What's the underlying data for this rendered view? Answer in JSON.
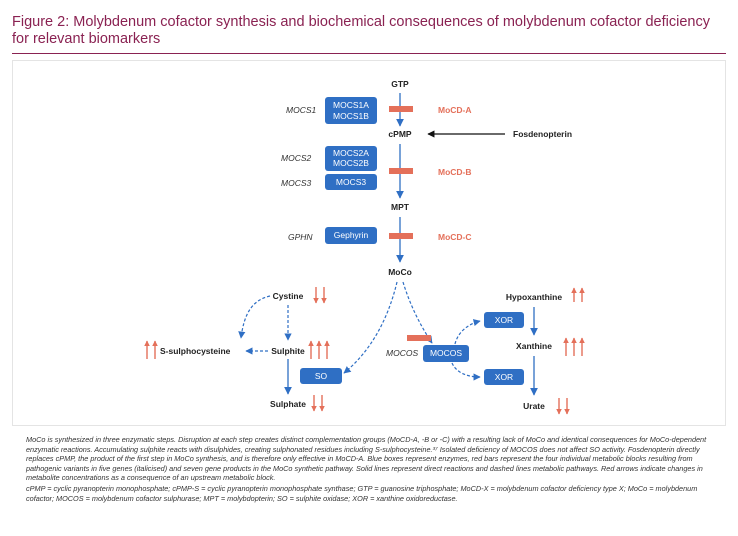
{
  "title": "Figure 2: Molybdenum cofactor synthesis and biochemical consequences of molybdenum cofactor deficiency for relevant biomarkers",
  "colors": {
    "title": "#8a2252",
    "enzyme": "#2f6fc4",
    "block": "#e4705a",
    "arrow": "#2f6fc4"
  },
  "pathway": {
    "metabolites": {
      "gtp": "GTP",
      "cpmp": "cPMP",
      "mpt": "MPT",
      "moco": "MoCo",
      "fosdenopterin": "Fosdenopterin"
    },
    "genes": {
      "mocs1": "MOCS1",
      "mocs2": "MOCS2",
      "mocs3": "MOCS3",
      "gphn": "GPHN",
      "mocos": "MOCOS"
    },
    "enzymes": {
      "mocs1a": "MOCS1A",
      "mocs1b": "MOCS1B",
      "mocs2a": "MOCS2A",
      "mocs2b": "MOCS2B",
      "mocs3": "MOCS3",
      "gephyrin": "Gephyrin",
      "so": "SO",
      "mocos": "MOCOS",
      "xor": "XOR"
    },
    "types": {
      "a": "MoCD-A",
      "b": "MoCD-B",
      "c": "MoCD-C"
    }
  },
  "biomarkers": {
    "cystine": {
      "label": "Cystine",
      "change": "decreased",
      "arrows": 2
    },
    "s_sulphocysteine": {
      "label": "S-sulphocysteine",
      "change": "increased",
      "arrows": 2
    },
    "sulphite": {
      "label": "Sulphite",
      "change": "increased",
      "arrows": 3
    },
    "sulphate": {
      "label": "Sulphate",
      "change": "decreased",
      "arrows": 2
    },
    "hypoxanthine": {
      "label": "Hypoxanthine",
      "change": "increased",
      "arrows": 2
    },
    "xanthine": {
      "label": "Xanthine",
      "change": "increased",
      "arrows": 3
    },
    "urate": {
      "label": "Urate",
      "change": "decreased",
      "arrows": 2
    }
  },
  "caption": {
    "p1": "MoCo is synthesized in three enzymatic steps. Disruption at each step creates distinct complementation groups (MoCD-A, -B or -C) with a resulting lack of MoCo and identical consequences for MoCo-dependent enzymatic reactions. Accumulating sulphite reacts with disulphides, creating sulphonated residues including S-sulphocysteine.³⁷ Isolated deficiency of MOCOS does not affect SO activity. Fosdenopterin directly replaces cPMP, the product of the first step in MoCo synthesis, and is therefore only effective in MoCD-A. Blue boxes represent enzymes, red bars represent the four individual metabolic blocks resulting from pathogenic variants in five genes (italicised) and seven gene products in the MoCo synthetic pathway. Solid lines represent direct reactions and dashed lines metabolic pathways. Red arrows indicate changes in metabolite concentrations as a consequence of an upstream metabolic block.",
    "p2": "cPMP = cyclic pyranopterin monophosphate; cPMP-S = cyclic pyranopterin monophosphate synthase; GTP = guanosine triphosphate; MoCD-X = molybdenum cofactor deficiency type X; MoCo = molybdenum cofactor; MOCOS = molybdenum cofactor sulphurase; MPT = molybdopterin; SO = sulphite oxidase; XOR = xanthine oxidoreductase."
  }
}
